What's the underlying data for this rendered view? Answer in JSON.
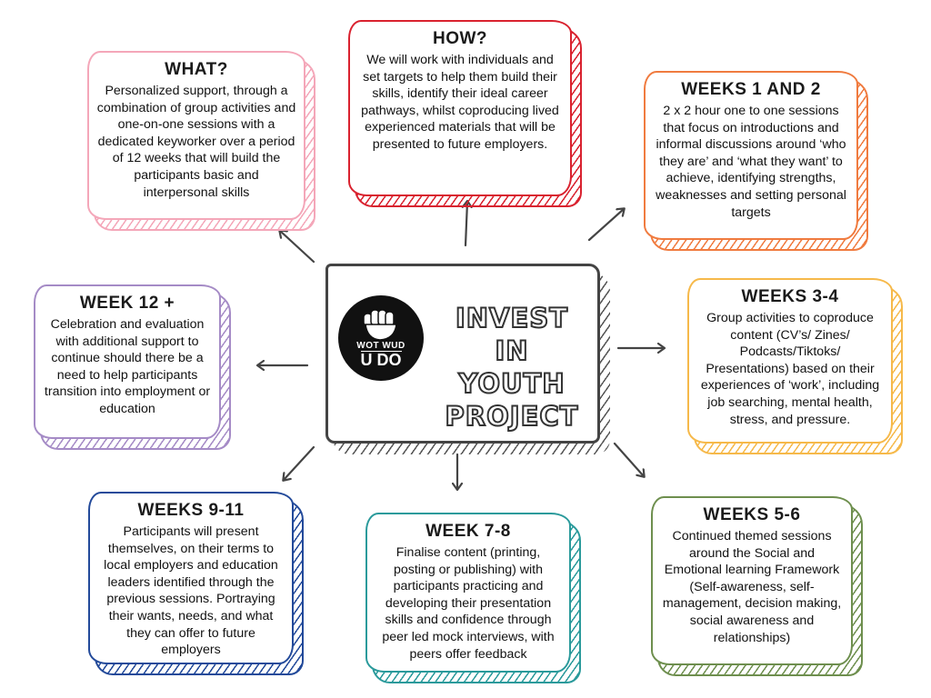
{
  "center": {
    "logo_line1": "WOT WUD",
    "logo_line2": "U DO",
    "title_line1": "INVEST",
    "title_line2": "IN YOUTH",
    "title_line3": "PROJECT"
  },
  "boxes": {
    "what": {
      "title": "WHAT?",
      "text": "Personalized support, through a combination of group activities and one-on-one sessions with a dedicated keyworker over a period of 12 weeks that will build the participants basic and interpersonal skills",
      "color": "#f4a7b9"
    },
    "how": {
      "title": "HOW?",
      "text": "We will work with individuals and set targets to help them build their skills, identify their ideal career pathways, whilst coproducing lived experienced materials that will be presented to future employers.",
      "color": "#d9222f"
    },
    "weeks_1_2": {
      "title": "WEEKS 1 AND 2",
      "text": "2 x 2 hour one to one sessions that focus on introductions and informal discussions around ‘who they are’ and ‘what they want’ to achieve, identifying strengths, weaknesses and setting personal targets",
      "color": "#f07b3f"
    },
    "weeks_3_4": {
      "title": "WEEKS 3-4",
      "text": "Group activities to coproduce content (CV’s/ Zines/ Podcasts/Tiktoks/ Presentations) based on their experiences of ‘work’, including job searching, mental health, stress, and pressure.",
      "color": "#f6b94a"
    },
    "weeks_5_6": {
      "title": "WEEKS 5-6",
      "text": "Continued themed sessions around the Social and Emotional learning Framework (Self-awareness, self-management, decision making, social awareness and relationships)",
      "color": "#6e8f4e"
    },
    "week_7_8": {
      "title": "WEEK 7-8",
      "text": "Finalise content (printing, posting or publishing) with participants practicing and developing their presentation skills and confidence through peer led mock interviews, with peers offer feedback",
      "color": "#2a9a9b"
    },
    "weeks_9_11": {
      "title": "WEEKS 9-11",
      "text": "Participants will present themselves, on their terms to local employers and education leaders identified through the previous sessions. Portraying their wants, needs, and what they can offer to future employers",
      "color": "#234a9a"
    },
    "week_12": {
      "title": "WEEK 12 +",
      "text": "Celebration and evaluation with additional support to continue should there be a need to help participants transition into employment or education",
      "color": "#a58bc6"
    }
  }
}
